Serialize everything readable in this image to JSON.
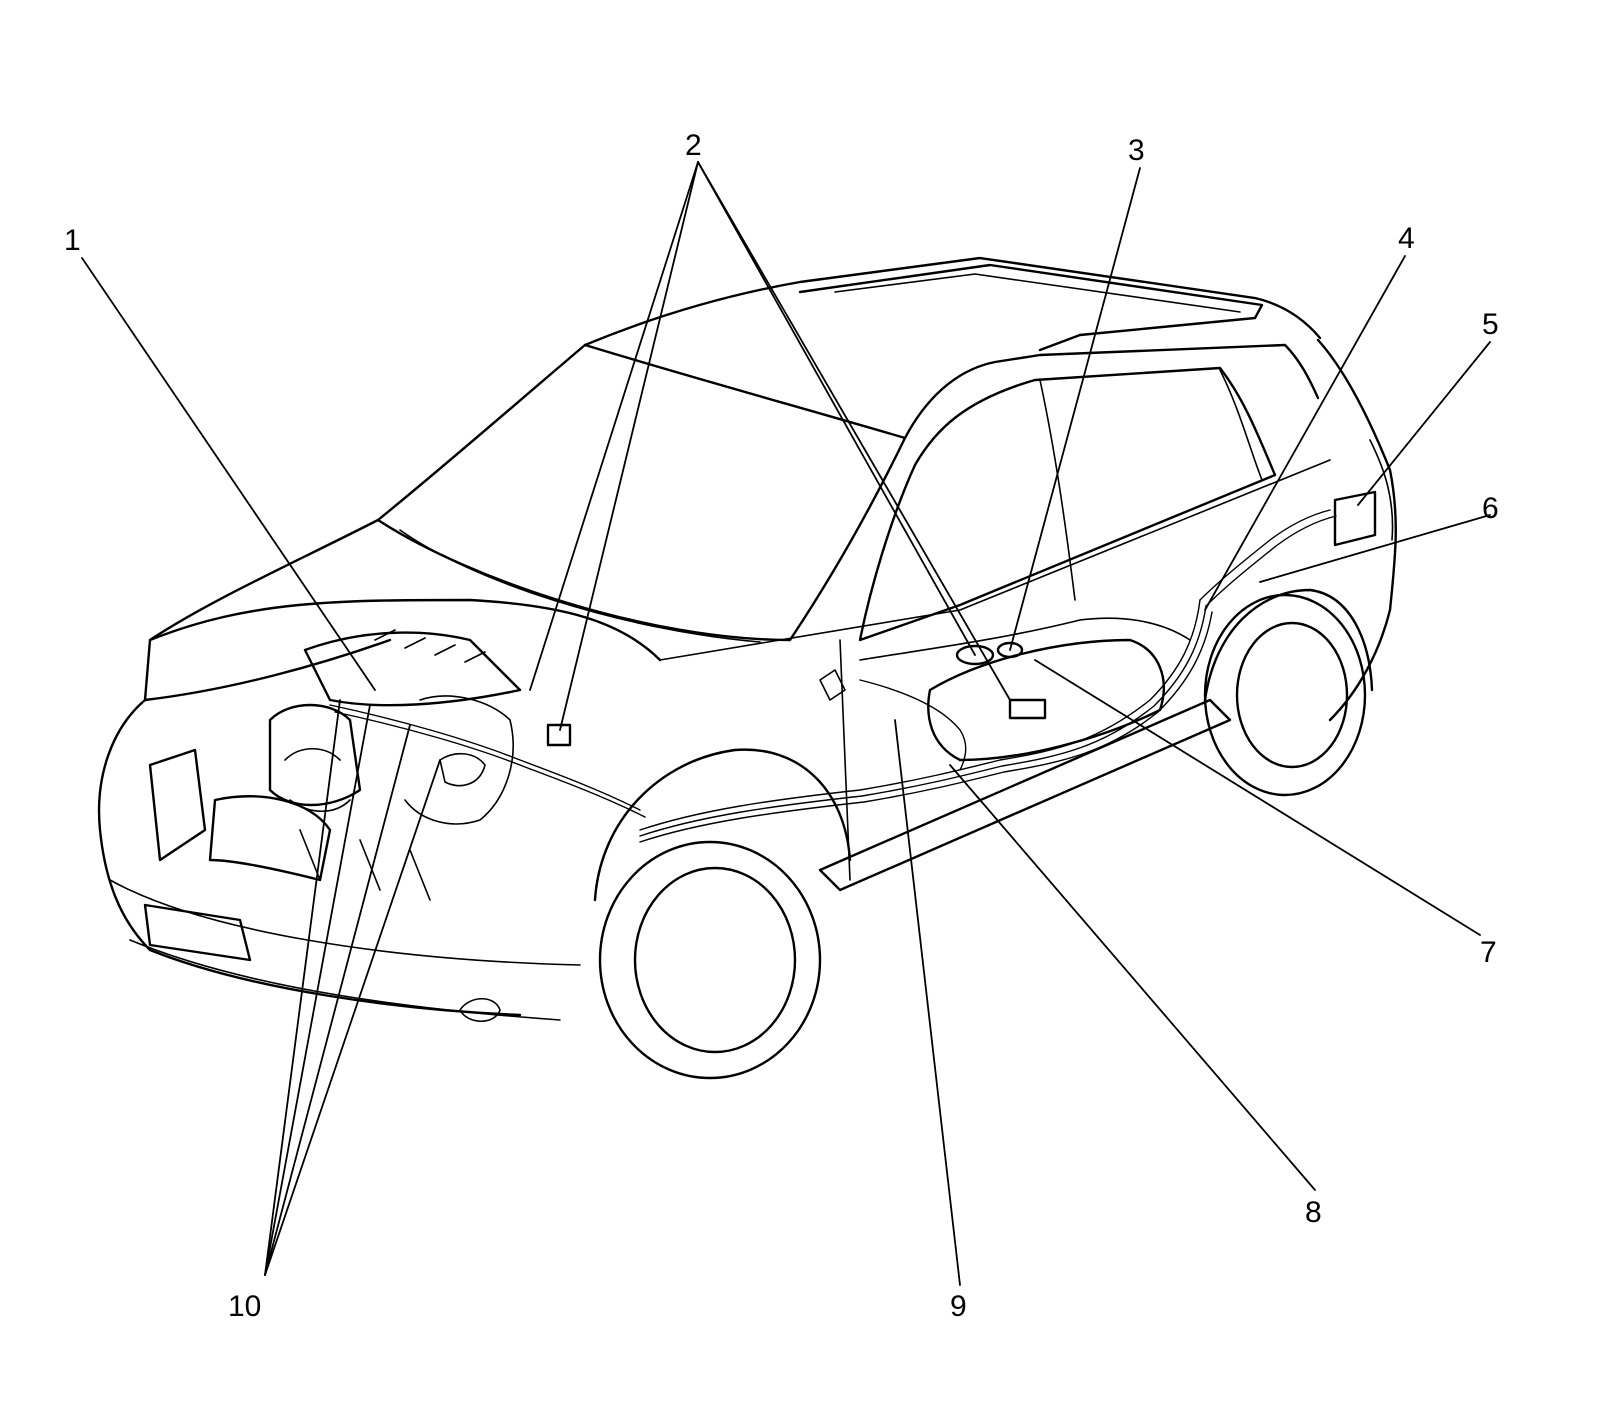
{
  "figure": {
    "background": "#ffffff",
    "line_color": "#000000"
  },
  "callouts": [
    {
      "id": "1",
      "label": "1"
    },
    {
      "id": "2",
      "label": "2"
    },
    {
      "id": "3",
      "label": "3"
    },
    {
      "id": "4",
      "label": "4"
    },
    {
      "id": "5",
      "label": "5"
    },
    {
      "id": "6",
      "label": "6"
    },
    {
      "id": "7",
      "label": "7"
    },
    {
      "id": "8",
      "label": "8"
    },
    {
      "id": "9",
      "label": "9"
    },
    {
      "id": "10",
      "label": "10"
    }
  ]
}
